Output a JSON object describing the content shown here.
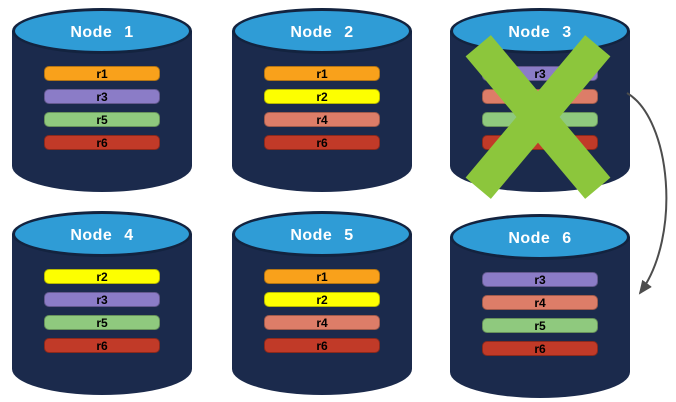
{
  "palette": {
    "background": "#FFFFFF",
    "cylinder_body": "#1B2A4C",
    "cylinder_top": "#2F9CD6",
    "cylinder_outline": "#13233F",
    "node_title_color": "#FFFFFF",
    "bar_label_color": "#000000",
    "cross_color": "#8CC63C",
    "arrow_color": "#4D4D4D"
  },
  "icons": {
    "failure_x": "large green X mark over failed node",
    "failover_arrow": "curved gray arrow from Node 3 to Node 6"
  },
  "nodes": [
    {
      "label": "Node 1",
      "failed": false,
      "bars": [
        {
          "label": "r1",
          "color": "#F9A11B"
        },
        {
          "label": "r3",
          "color": "#8B7CC7"
        },
        {
          "label": "r5",
          "color": "#8FC97E"
        },
        {
          "label": "r6",
          "color": "#C13A28"
        }
      ]
    },
    {
      "label": "Node 2",
      "failed": false,
      "bars": [
        {
          "label": "r1",
          "color": "#F9A11B"
        },
        {
          "label": "r2",
          "color": "#FDFF00"
        },
        {
          "label": "r4",
          "color": "#DD7D68"
        },
        {
          "label": "r6",
          "color": "#C13A28"
        }
      ]
    },
    {
      "label": "Node 3",
      "failed": true,
      "bars": [
        {
          "label": "r3",
          "color": "#8B7CC7"
        },
        {
          "label": "",
          "color": "#DD7D68"
        },
        {
          "label": "",
          "color": "#8FC97E"
        },
        {
          "label": "",
          "color": "#C13A28"
        }
      ]
    },
    {
      "label": "Node 4",
      "failed": false,
      "bars": [
        {
          "label": "r2",
          "color": "#FDFF00"
        },
        {
          "label": "r3",
          "color": "#8B7CC7"
        },
        {
          "label": "r5",
          "color": "#8FC97E"
        },
        {
          "label": "r6",
          "color": "#C13A28"
        }
      ]
    },
    {
      "label": "Node 5",
      "failed": false,
      "bars": [
        {
          "label": "r1",
          "color": "#F9A11B"
        },
        {
          "label": "r2",
          "color": "#FDFF00"
        },
        {
          "label": "r4",
          "color": "#DD7D68"
        },
        {
          "label": "r6",
          "color": "#C13A28"
        }
      ]
    },
    {
      "label": "Node 6",
      "failed": false,
      "bars": [
        {
          "label": "r3",
          "color": "#8B7CC7"
        },
        {
          "label": "r4",
          "color": "#DD7D68"
        },
        {
          "label": "r5",
          "color": "#8FC97E"
        },
        {
          "label": "r6",
          "color": "#C13A28"
        }
      ]
    }
  ]
}
